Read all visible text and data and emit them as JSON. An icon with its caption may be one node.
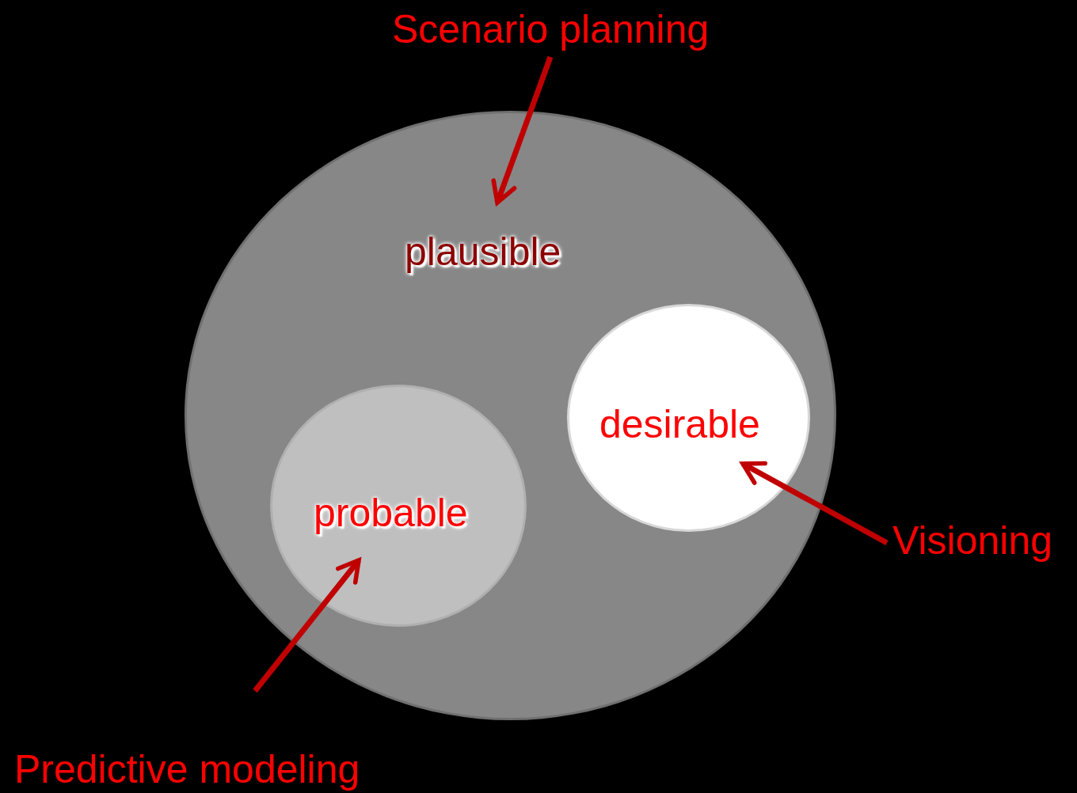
{
  "diagram": {
    "nodes": [
      {
        "text": [
          "Scenario planning"
        ]
      },
      {
        "text": [
          "plausible"
        ]
      },
      {
        "text": [
          "desirable"
        ],
        "in": 1
      },
      {
        "text": [
          "probable"
        ],
        "in": 1
      },
      {
        "text": [
          "Visioning"
        ]
      },
      {
        "text": [
          "Predictive modeling"
        ]
      }
    ],
    "edges": [
      {
        "from": 0,
        "to": 1,
        "arrow": "to"
      },
      {
        "from": 4,
        "to": 2,
        "arrow": "to"
      },
      {
        "from": 5,
        "to": 3,
        "arrow": "to"
      }
    ]
  }
}
